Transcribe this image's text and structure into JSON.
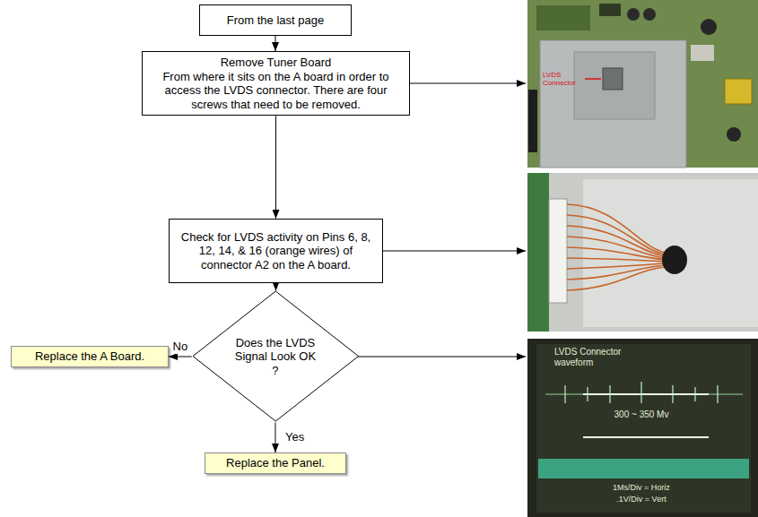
{
  "diagram": {
    "nodes": [
      {
        "text": [
          "From the last page"
        ]
      },
      {
        "text": [
          "Remove Tuner Board",
          "From where it sits on the A board in order to access the LVDS connector. There are four screws that need to be removed."
        ]
      },
      {
        "text": [
          "Check for LVDS activity on Pins 6, 8, 12, 14, & 16 (orange wires) of connector A2 on the A board."
        ]
      },
      {
        "text": [
          "Does the LVDS Signal Look OK ?"
        ]
      },
      {
        "text": [
          "Replace the A Board."
        ]
      },
      {
        "text": [
          "Replace the Panel."
        ]
      }
    ],
    "edges": [
      {
        "from": 0,
        "to": 1,
        "arrow": "to"
      },
      {
        "from": 1,
        "to": 2,
        "arrow": "to"
      },
      {
        "from": 2,
        "to": 3,
        "arrow": "to"
      },
      {
        "from": 3,
        "to": 4,
        "label": "No",
        "arrow": "to"
      },
      {
        "from": 3,
        "to": 5,
        "label": "Yes",
        "arrow": "to"
      }
    ],
    "labels": [
      "LVDS Connector",
      "LVDS Connector waveform",
      "300 ~ 350 Mv",
      "1Ms/Div = Horiz",
      ".1V/Div = Vert"
    ]
  }
}
